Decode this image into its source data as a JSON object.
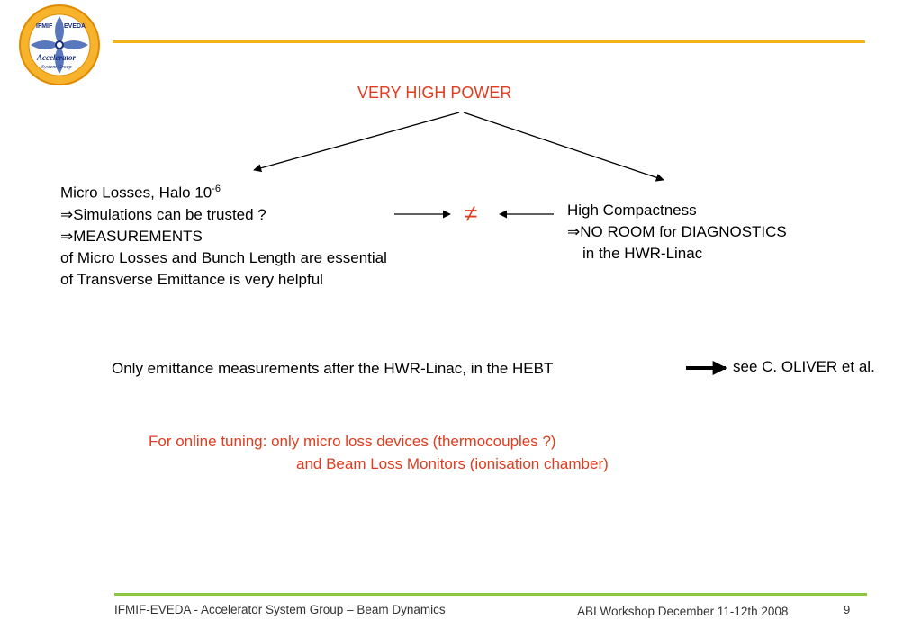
{
  "logo": {
    "text_top_left": "IFMIF",
    "text_top_right": "EVEDA",
    "text_main": "Accelerator",
    "text_sub": "System Group"
  },
  "title": "VERY HIGH POWER",
  "left": {
    "line1": "Micro Losses, Halo 10",
    "line1_exp": "-6",
    "line2": "⇒Simulations can be trusted ?",
    "line3": "⇒MEASUREMENTS",
    "line4": "of Micro Losses and Bunch Length are essential",
    "line5": "of Transverse Emittance is very helpful"
  },
  "not_equal": "≠",
  "right": {
    "line1": "High Compactness",
    "line2": "⇒NO ROOM for DIAGNOSTICS",
    "line3": "in the HWR-Linac"
  },
  "emittance": "Only emittance measurements after the HWR-Linac, in the HEBT",
  "see": "see C. OLIVER et al.",
  "online": {
    "line1": "For online tuning: only micro loss devices (thermocouples ?)",
    "line2": "and Beam Loss Monitors (ionisation chamber)"
  },
  "footer": {
    "left": "IFMIF-EVEDA - Accelerator System Group – Beam Dynamics",
    "right": "ABI Workshop December 11-12th 2008",
    "page": "9"
  },
  "colors": {
    "accent_red": "#e03c1f",
    "rule_orange": "#f5b31a",
    "rule_green": "#8cc63f"
  }
}
